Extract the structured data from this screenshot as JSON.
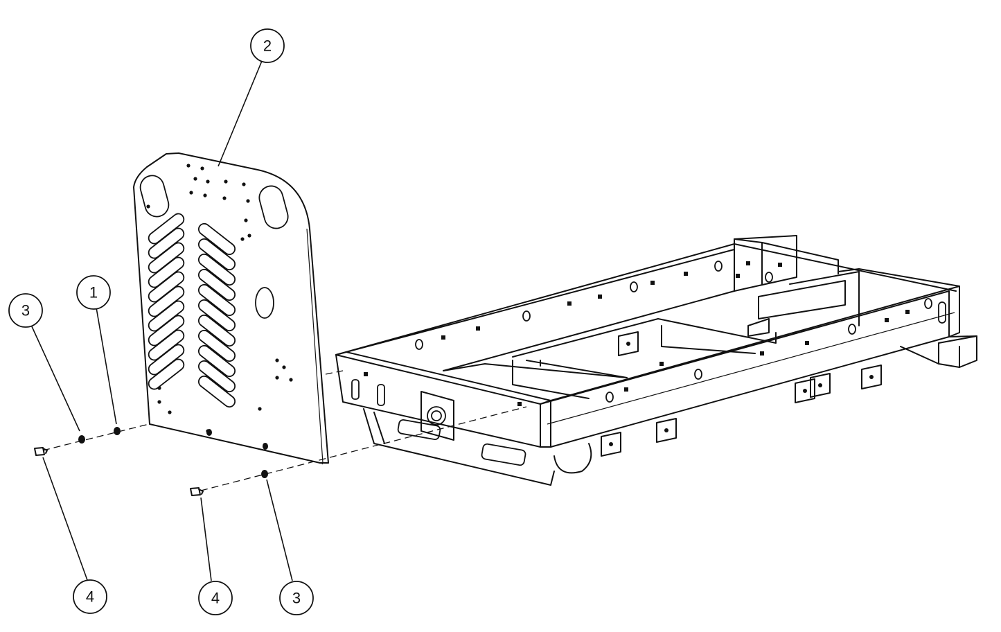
{
  "figure": {
    "callouts": [
      {
        "label": "2"
      },
      {
        "label": "1"
      },
      {
        "label": "3"
      },
      {
        "label": "4"
      },
      {
        "label": "4"
      },
      {
        "label": "3"
      }
    ]
  }
}
